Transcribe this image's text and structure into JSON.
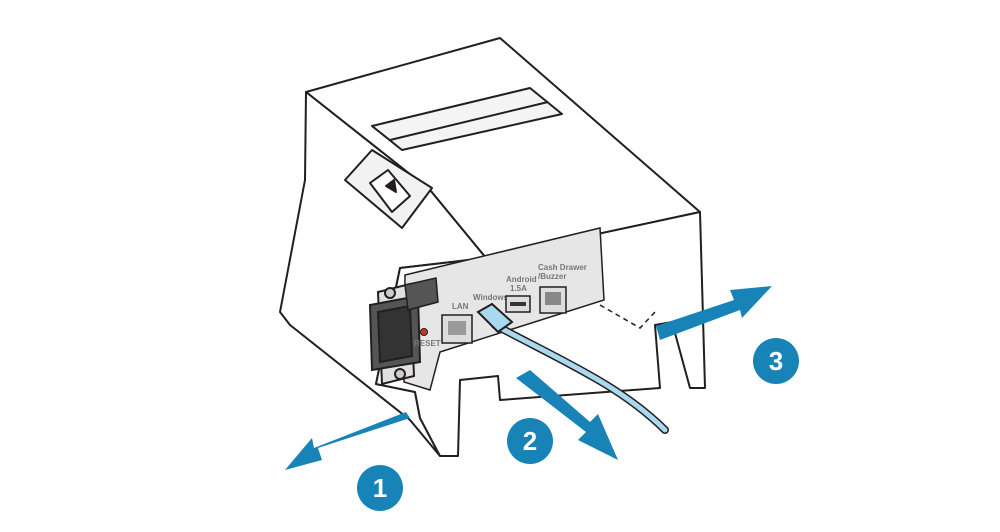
{
  "ports": {
    "lan": "LAN",
    "windows": "Windows",
    "android_line1": "Android",
    "android_line2": "1.5A",
    "cash_line1": "Cash Drawer",
    "cash_line2": "/Buzzer",
    "reset": "RESET"
  },
  "steps": [
    "1",
    "2",
    "3"
  ],
  "colors": {
    "arrow": "#1883b6",
    "cable": "#a9d9ee",
    "panel": "#e6e6e6",
    "outline": "#231f20"
  }
}
